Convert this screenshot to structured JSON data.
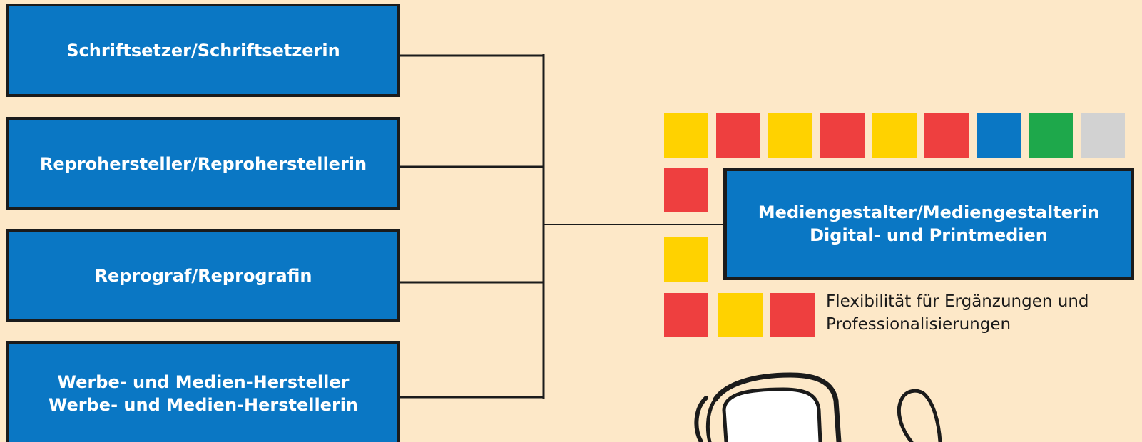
{
  "sources": [
    {
      "lines": [
        "Schriftsetzer/Schriftsetzerin"
      ]
    },
    {
      "lines": [
        "Reprohersteller/Reproherstellerin"
      ]
    },
    {
      "lines": [
        "Reprograf/Reprografin"
      ]
    },
    {
      "lines": [
        "Werbe- und Medien-Hersteller",
        "Werbe- und Medien-Herstellerin"
      ]
    }
  ],
  "target": {
    "line1": "Mediengestalter/Mediengestalterin",
    "line2": "Digital- und Printmedien"
  },
  "caption": {
    "line1": "Flexibilität für Ergänzungen und",
    "line2": "Professionalisierungen"
  },
  "colors": {
    "background": "#fde8c8",
    "box_blue": "#0a77c4",
    "yellow": "#ffd200",
    "red": "#ee3f3f",
    "blue": "#0a77c4",
    "green": "#1ea84b",
    "gray": "#d2d2d2"
  },
  "top_row_squares": [
    "yellow",
    "red",
    "yellow",
    "red",
    "yellow",
    "red",
    "blue",
    "green",
    "gray"
  ],
  "left_column_squares": [
    "red",
    "yellow"
  ],
  "bottom_row_squares": [
    "red",
    "yellow",
    "red"
  ],
  "illustration": "computer-monitor-and-person-sketch"
}
